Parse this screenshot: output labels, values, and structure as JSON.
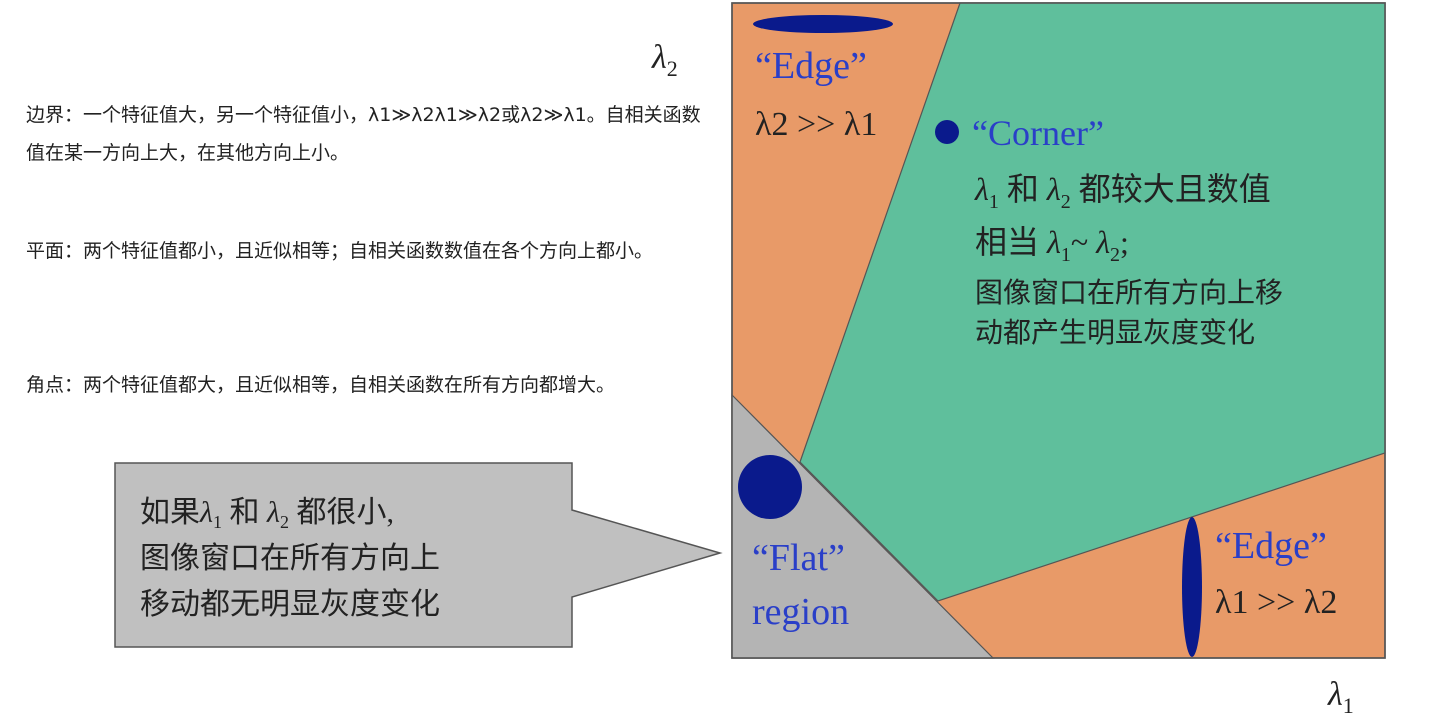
{
  "left_text": {
    "edge": "边界：一个特征值大，另一个特征值小，λ1≫λ2λ1≫λ2或λ2≫λ1。自相关函数值在某一方向上大，在其他方向上小。",
    "flat": "平面：两个特征值都小，且近似相等；自相关函数数值在各个方向上都小。",
    "corner": "角点：两个特征值都大，且近似相等，自相关函数在所有方向都增大。"
  },
  "callout": {
    "line1_a": "如果",
    "line1_b": "和",
    "line1_c": "都很小,",
    "line2": "图像窗口在所有方向上",
    "line3": "移动都无明显灰度变化"
  },
  "axes": {
    "y_label": "λ",
    "y_sub": "2",
    "x_label": "λ",
    "x_sub": "1"
  },
  "regions": {
    "edge_top": {
      "title": "“Edge”",
      "relation": "λ2 >> λ1"
    },
    "corner": {
      "title": "“Corner”",
      "line1_mid": "和",
      "line1_end": "都较大且数值",
      "line2_start": "相当",
      "line3": "图像窗口在所有方向上移",
      "line4": "动都产生明显灰度变化"
    },
    "flat": {
      "title": "“Flat”",
      "subtitle": "region"
    },
    "edge_right": {
      "title": "“Edge”",
      "relation": "λ1 >> λ2"
    }
  },
  "colors": {
    "edge": "#e89a68",
    "corner": "#5fbf9c",
    "flat": "#b4b4b4",
    "ellipse": "#0a1a8c",
    "label": "#2a3fc8"
  }
}
